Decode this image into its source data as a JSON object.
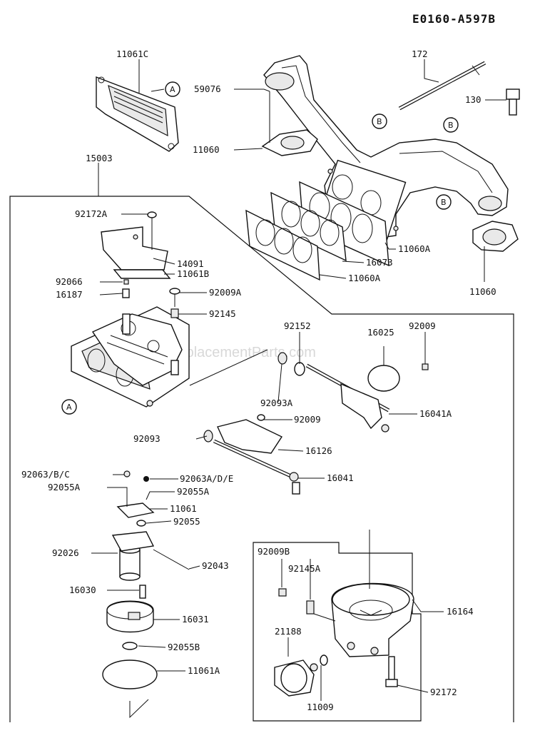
{
  "diagram_code": "E0160-A597B",
  "watermark": "ReplacementParts.com",
  "callout_letters": [
    "A",
    "A",
    "B",
    "B",
    "B"
  ],
  "part_labels": [
    "11061C",
    "59076",
    "11060",
    "172",
    "130",
    "15003",
    "92172A",
    "14091",
    "11061B",
    "92066",
    "16187",
    "92009A",
    "92145",
    "11060A",
    "16073",
    "11060A",
    "11060",
    "92152",
    "16025",
    "92009",
    "92093A",
    "92009",
    "16041A",
    "92093",
    "16126",
    "92063/B/C",
    "92063A/D/E",
    "16041",
    "92055A",
    "92055A",
    "11061",
    "92055",
    "92026",
    "92043",
    "16030",
    "16031",
    "92055B",
    "11061A",
    "92009B",
    "92145A",
    "16164",
    "21188",
    "11009",
    "92172"
  ]
}
